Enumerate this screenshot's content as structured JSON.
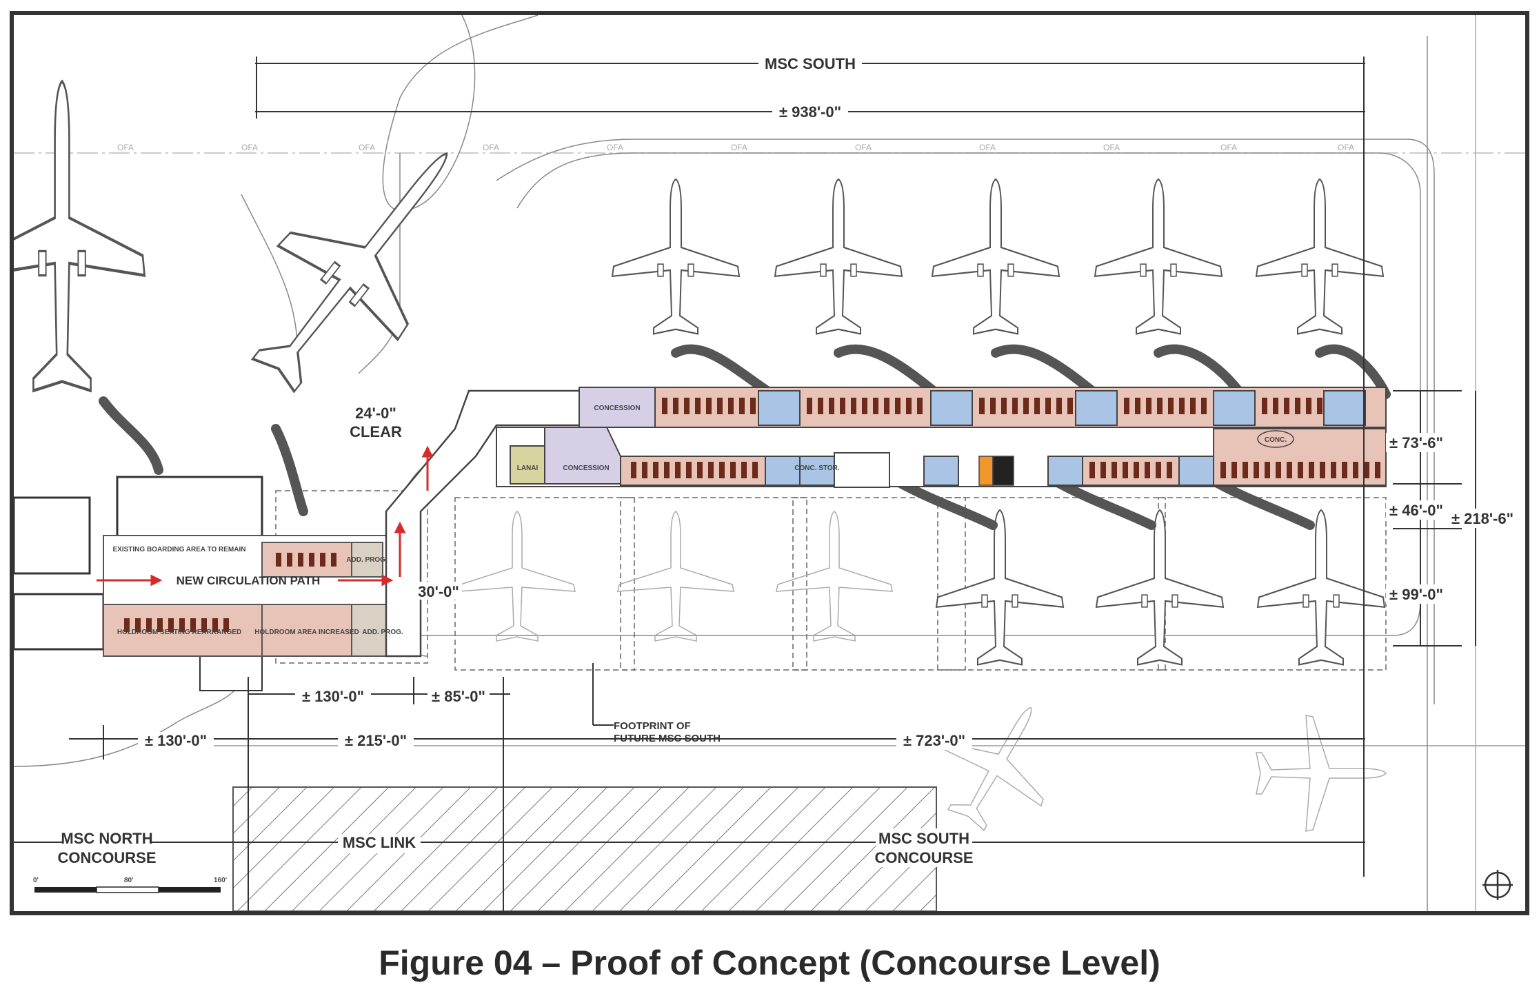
{
  "caption": "Figure 04 – Proof of Concept (Concourse Level)",
  "labels": {
    "msc_south_top": "MSC SOUTH",
    "overall_width": "± 938'-0\"",
    "clear_line1": "24'-0\"",
    "clear_line2": "CLEAR",
    "new_circulation_path": "NEW CIRCULATION PATH",
    "existing_boarding": "EXISTING BOARDING AREA TO REMAIN",
    "holdroom_left": "HOLDROOM SEATING REARRANGED",
    "holdroom_right": "HOLDROOM AREA INCREASED",
    "add_prog_upper": "ADD. PROG.",
    "add_prog_lower": "ADD. PROG.",
    "concession_upper": "CONCESSION",
    "concession_lower": "CONCESSION",
    "lanai": "LANAI",
    "conc_east": "CONC.",
    "conc_stor": "CONC. STOR.",
    "dim_30": "30'-0\"",
    "dim_73": "± 73'-6\"",
    "dim_46": "± 46'-0\"",
    "dim_99": "± 99'-0\"",
    "dim_218": "± 218'-6\"",
    "dim_130_upper": "± 130'-0\"",
    "dim_85": "± 85'-0\"",
    "dim_130_lower": "± 130'-0\"",
    "dim_215": "± 215'-0\"",
    "dim_723": "± 723'-0\"",
    "footprint_line1": "FOOTPRINT OF",
    "footprint_line2": "FUTURE MSC SOUTH",
    "msc_north_line1": "MSC NORTH",
    "msc_north_line2": "CONCOURSE",
    "msc_link": "MSC LINK",
    "msc_south_line1": "MSC SOUTH",
    "msc_south_line2": "CONCOURSE",
    "scale_0": "0'",
    "scale_80": "80'",
    "scale_160": "160'",
    "ofa": "OFA"
  },
  "colors": {
    "holdroom": "#e8c4b8",
    "core": "#a9c4e4",
    "concession": "#d7cfe6",
    "lanai": "#d8d4a0",
    "add_prog": "#d9d2c4",
    "circulation_arrow": "#d62b2b",
    "accent_orange": "#f0962c",
    "hatch": "#777777"
  }
}
